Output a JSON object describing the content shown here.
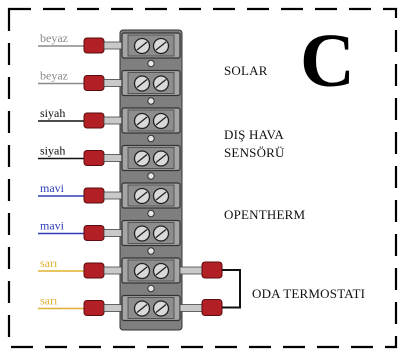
{
  "big_letter": "C",
  "groups": {
    "solar": "SOLAR",
    "outdoor_line1": "DIŞ HAVA",
    "outdoor_line2": "SENSÖRÜ",
    "opentherm": "OPENTHERM",
    "room_thermostat": "ODA TERMOSTATI"
  },
  "wires": [
    {
      "label": "beyaz",
      "color": "#8a8a8a"
    },
    {
      "label": "beyaz",
      "color": "#8a8a8a"
    },
    {
      "label": "siyah",
      "color": "#111111"
    },
    {
      "label": "siyah",
      "color": "#111111"
    },
    {
      "label": "mavi",
      "color": "#2f3fb5"
    },
    {
      "label": "mavi",
      "color": "#2f3fb5"
    },
    {
      "label": "sarı",
      "color": "#e0b030"
    },
    {
      "label": "sarı",
      "color": "#e0b030"
    }
  ],
  "colors": {
    "connector_red": "#b21f24",
    "terminal_gray": "#9a9a9a",
    "border": "#000000"
  }
}
